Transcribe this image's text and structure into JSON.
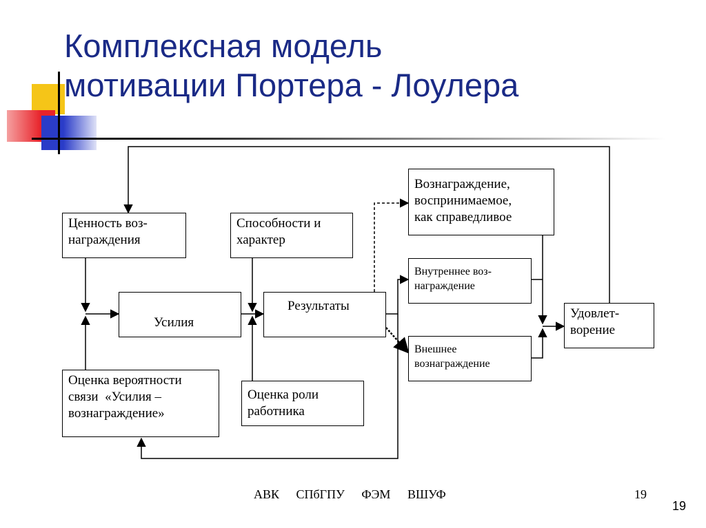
{
  "title": {
    "line1": "Комплексная модель",
    "line2": "мотивации Портера - Лоулера"
  },
  "boxes": {
    "value": [
      "Ценность воз-",
      "награждения"
    ],
    "abilities": [
      "Способности и",
      "характер"
    ],
    "effort": [
      "Усилия"
    ],
    "results": [
      "Результаты"
    ],
    "probability": [
      "Оценка вероятности",
      "связи  «Усилия –",
      "вознаграждение»"
    ],
    "role": [
      "Оценка роли",
      "работника"
    ],
    "fair": [
      "Вознаграждение,",
      "воспринимаемое,",
      "как справедливое"
    ],
    "internal": [
      "Внутреннее воз-",
      "награждение"
    ],
    "external": [
      "Внешнее",
      "вознаграждение"
    ],
    "satisfaction": [
      "Удовлет-",
      "ворение"
    ]
  },
  "footer": {
    "items": [
      "АВК",
      "СПбГПУ",
      "ФЭМ",
      "ВШУФ"
    ],
    "slide_number": "19"
  },
  "page_number": "19",
  "colors": {
    "title": "#1a2a86",
    "deco_yellow": "#f5c518",
    "deco_red": "#e8232a",
    "deco_blue": "#2a3cc8"
  }
}
